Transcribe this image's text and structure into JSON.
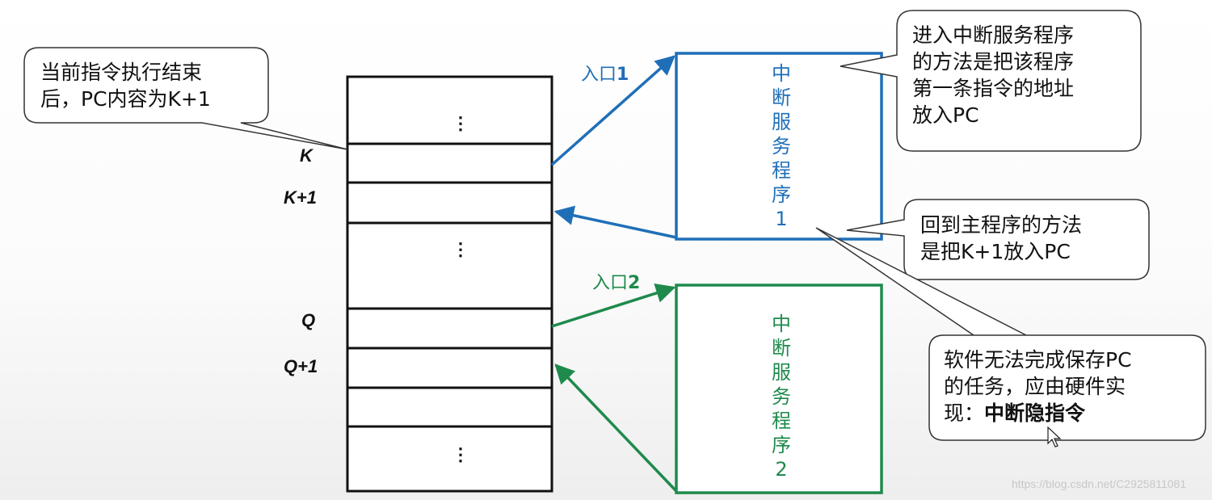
{
  "memory": {
    "row_labels": {
      "k": "K",
      "k_plus_1": "K+1",
      "q": "Q",
      "q_plus_1": "Q+1"
    },
    "ellipsis": "⋮"
  },
  "routines": [
    {
      "entry_label": "入口",
      "entry_number": "1",
      "text": "中\n断\n服\n务\n程\n序\n1",
      "color": "#1f6fb8"
    },
    {
      "entry_label": "入口",
      "entry_number": "2",
      "text": "中\n断\n服\n务\n程\n序\n2",
      "color": "#1e8a4c"
    }
  ],
  "callouts": {
    "pc_after_instruction": "当前指令执行结束\n后，PC内容为K+1",
    "enter_isr_method": "进入中断服务程序\n的方法是把该程序\n第一条指令的地址\n放入PC",
    "return_method": "回到主程序的方法\n是把K+1放入PC",
    "hardware_save_text": "软件无法完成保存PC\n的任务，应由硬件实\n现：",
    "hardware_save_emphasis": "中断隐指令"
  },
  "watermark": "https://blog.csdn.net/C2925811081",
  "colors": {
    "blue": "#1f6fb8",
    "green": "#1e8a4c",
    "black": "#111111",
    "callout_border": "#333333"
  }
}
